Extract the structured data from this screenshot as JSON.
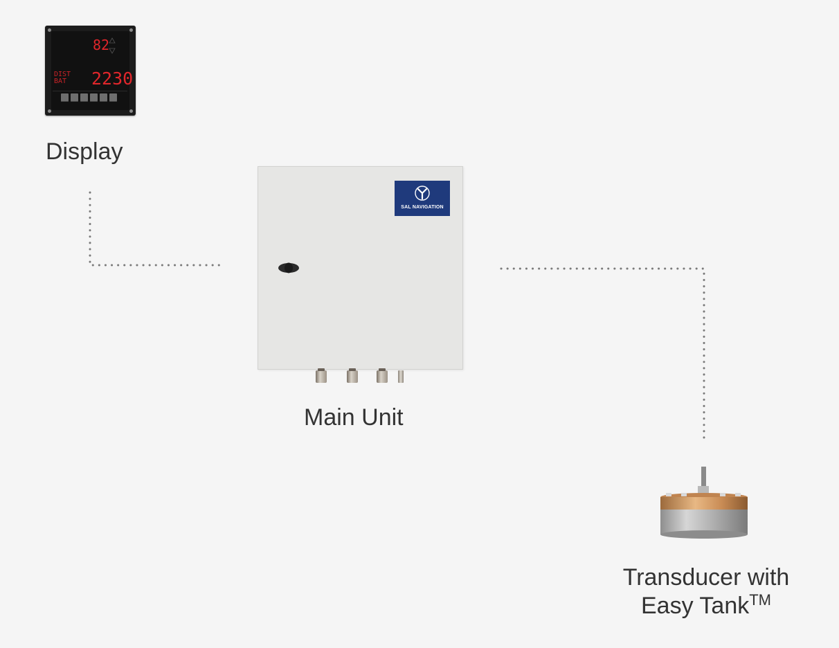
{
  "diagram": {
    "display": {
      "label": "Display",
      "screen": {
        "upper_value": "82",
        "lower_value": "2230",
        "lower_left_line1": "DIST",
        "lower_left_line2": "BAT"
      }
    },
    "main_unit": {
      "label": "Main Unit",
      "brand": "SAL NAVIGATION"
    },
    "transducer": {
      "label_line1": "Transducer with",
      "label_line2": "Easy Tank",
      "trademark": "TM"
    }
  },
  "colors": {
    "background": "#f5f5f5",
    "text": "#333333",
    "connector": "#7a7a7a",
    "brand_plate": "#1f3a7c",
    "led_red": "#e0262b"
  }
}
